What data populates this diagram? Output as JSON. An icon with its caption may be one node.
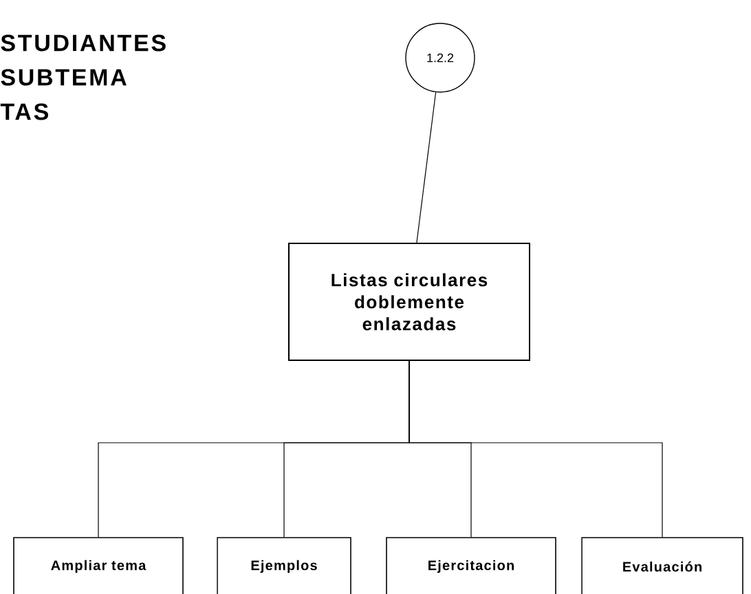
{
  "diagram": {
    "nodes": [
      {
        "text": [
          "1.2.2"
        ]
      },
      {
        "text": [
          "Listas circulares doblemente enlazadas"
        ]
      },
      {
        "text": [
          "Ampliar tema"
        ]
      },
      {
        "text": [
          "Ejemplos"
        ]
      },
      {
        "text": [
          "Ejercitacion"
        ]
      },
      {
        "text": [
          "Evaluación"
        ]
      }
    ],
    "edges": [
      {
        "from": 0,
        "to": 1,
        "arrow": "none"
      },
      {
        "from": 1,
        "to": 2,
        "arrow": "none"
      },
      {
        "from": 1,
        "to": 3,
        "arrow": "none"
      },
      {
        "from": 1,
        "to": 4,
        "arrow": "none"
      },
      {
        "from": 1,
        "to": 5,
        "arrow": "none"
      }
    ],
    "labels": [
      "STUDIANTES",
      "SUBTEMA",
      "TAS"
    ]
  }
}
